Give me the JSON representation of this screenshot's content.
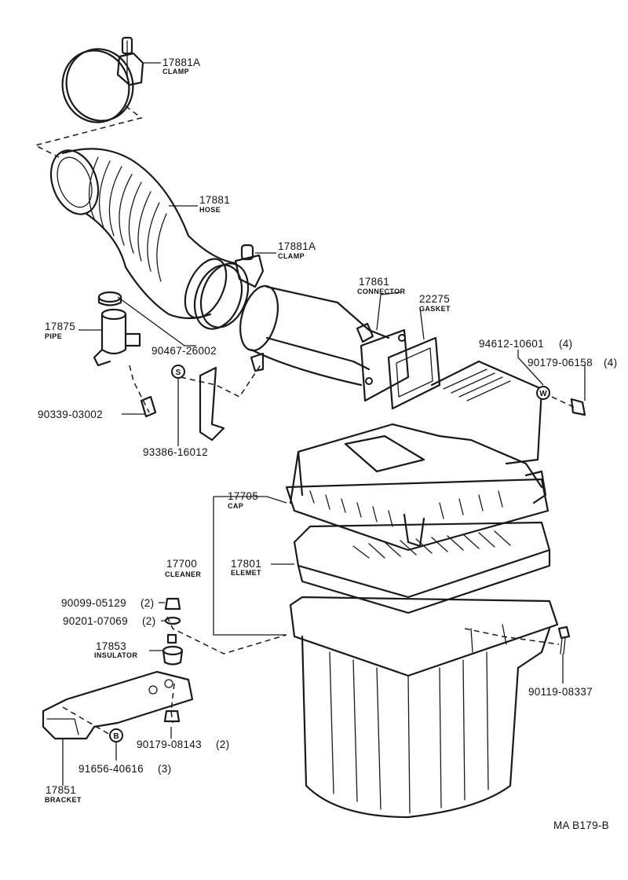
{
  "diagram_id": "MA B179-B",
  "callouts": {
    "clamp_top": {
      "part": "17881A",
      "name": "CLAMP"
    },
    "hose": {
      "part": "17881",
      "name": "HOSE"
    },
    "clamp_mid": {
      "part": "17881A",
      "name": "CLAMP"
    },
    "connector": {
      "part": "17861",
      "name": "CONNECTOR"
    },
    "gasket": {
      "part": "22275",
      "name": "GASKET"
    },
    "pipe": {
      "part": "17875",
      "name": "PIPE"
    },
    "pipe_cap": {
      "part": "90467-26002"
    },
    "pipe_plug": {
      "part": "90339-03002"
    },
    "bracket_stay": {
      "part": "93386-16012"
    },
    "washer_w": {
      "part": "94612-10601",
      "qty": "(4)"
    },
    "clip_w": {
      "part": "90179-06158",
      "qty": "(4)"
    },
    "cap": {
      "part": "17705",
      "name": "CAP"
    },
    "cleaner": {
      "part": "17700",
      "name": "CLEANER"
    },
    "element": {
      "part": "17801",
      "name": "ELEMET"
    },
    "nut_top": {
      "part": "90099-05129",
      "qty": "(2)"
    },
    "washer_mid": {
      "part": "90201-07069",
      "qty": "(2)"
    },
    "insulator": {
      "part": "17853",
      "name": "INSULATOR"
    },
    "nut_bottom": {
      "part": "90179-08143",
      "qty": "(2)"
    },
    "bolt_b": {
      "part": "91656-40616",
      "qty": "(3)"
    },
    "bracket": {
      "part": "17851",
      "name": "BRACKET"
    },
    "bolt_case": {
      "part": "90119-08337"
    }
  },
  "symbols": {
    "s": "S",
    "w": "W",
    "b": "B"
  }
}
